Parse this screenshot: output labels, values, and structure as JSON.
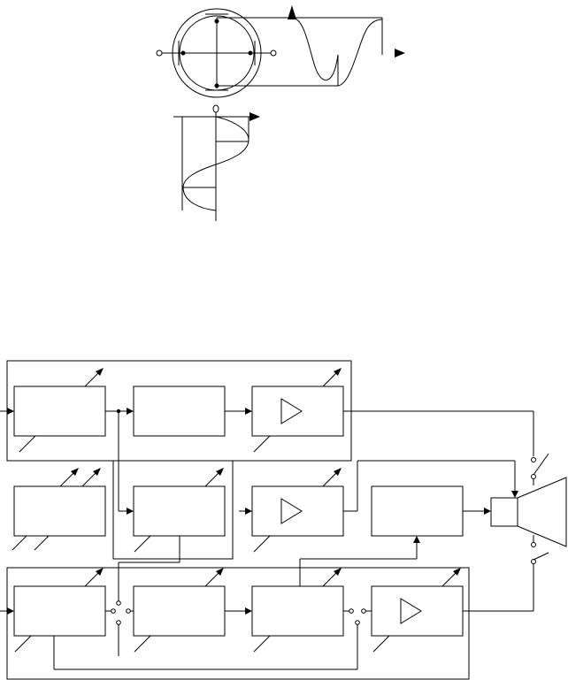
{
  "figure": {
    "top_diagram": {
      "components": [
        "deflection-yoke",
        "horizontal-waveform",
        "vertical-waveform"
      ]
    },
    "block_diagram": {
      "blocks": [
        {
          "id": "b11"
        },
        {
          "id": "b12"
        },
        {
          "id": "b13",
          "symbol": "amplifier-triangle"
        },
        {
          "id": "b21"
        },
        {
          "id": "b22"
        },
        {
          "id": "b23",
          "symbol": "amplifier-triangle"
        },
        {
          "id": "b24"
        },
        {
          "id": "b31"
        },
        {
          "id": "b32"
        },
        {
          "id": "b33"
        },
        {
          "id": "b34",
          "symbol": "amplifier-triangle"
        }
      ],
      "output_device": "picture-tube"
    }
  }
}
